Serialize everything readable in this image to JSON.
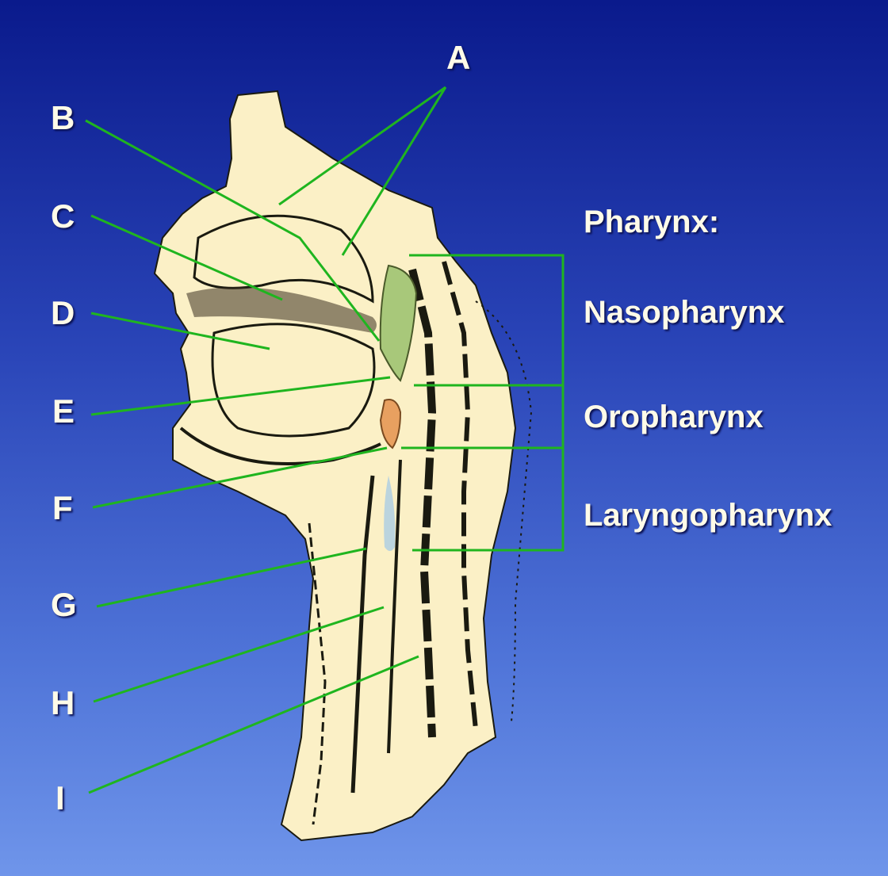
{
  "labels": {
    "A": "A",
    "B": "B",
    "C": "C",
    "D": "D",
    "E": "E",
    "F": "F",
    "G": "G",
    "H": "H",
    "I": "I"
  },
  "pharynx": {
    "heading": "Pharynx:",
    "regions": [
      "Nasopharynx",
      "Oropharynx",
      "Laryngopharynx"
    ]
  },
  "colors": {
    "leader_line": "#1fb51f",
    "head_fill": "#fbf0c6",
    "nasopharynx_fill": "#a8c87a",
    "oropharynx_fill": "#e8a060",
    "text": "#fffbe8"
  }
}
